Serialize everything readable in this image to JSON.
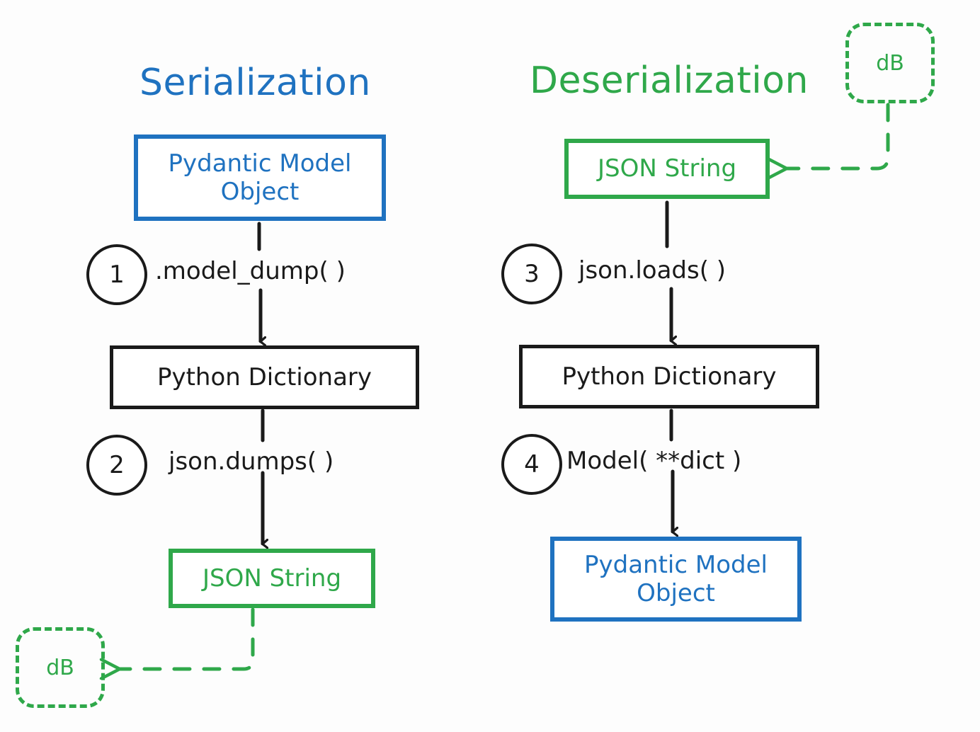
{
  "diagram": {
    "title_left": "Serialization",
    "title_right": "Deserialization",
    "colors": {
      "blue": "#1F72C0",
      "green": "#2FA84A",
      "black": "#1A1A1A",
      "background": "#FDFDFD"
    }
  },
  "serialization": {
    "nodes": {
      "pydantic_model": "Pydantic Model\nObject",
      "python_dict": "Python Dictionary",
      "json_string": "JSON String"
    },
    "steps": [
      {
        "number": "1",
        "label": ".model_dump( )"
      },
      {
        "number": "2",
        "label": "json.dumps( )"
      }
    ],
    "store": {
      "label": "dB"
    }
  },
  "deserialization": {
    "nodes": {
      "json_string": "JSON String",
      "python_dict": "Python Dictionary",
      "pydantic_model": "Pydantic Model\nObject"
    },
    "steps": [
      {
        "number": "3",
        "label": "json.loads( )"
      },
      {
        "number": "4",
        "label": "Model( **dict )"
      }
    ],
    "store": {
      "label": "dB"
    }
  }
}
